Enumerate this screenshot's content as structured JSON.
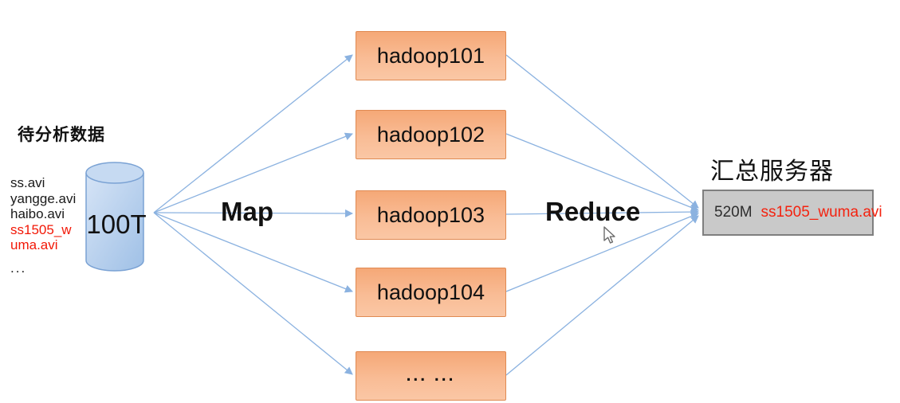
{
  "source": {
    "heading": "待分析数据",
    "files": [
      {
        "name": "ss.avi",
        "highlight": false
      },
      {
        "name": "yangge.avi",
        "highlight": false
      },
      {
        "name": "haibo.avi",
        "highlight": false
      },
      {
        "name": "ss1505_w",
        "highlight": true
      },
      {
        "name": "uma.avi",
        "highlight": true
      },
      {
        "name": "...",
        "highlight": false
      }
    ],
    "cylinder_label": "100T"
  },
  "map_label": "Map",
  "reduce_label": "Reduce",
  "workers": [
    {
      "label": "hadoop101"
    },
    {
      "label": "hadoop102"
    },
    {
      "label": "hadoop103"
    },
    {
      "label": "hadoop104"
    },
    {
      "label": "... ..."
    }
  ],
  "output": {
    "heading": "汇总服务器",
    "size": "520M",
    "file": "ss1505_wuma.avi"
  },
  "colors": {
    "node_fill_top": "#f5a877",
    "node_fill_bottom": "#fac7a5",
    "node_border": "#e08a52",
    "cylinder_fill_light": "#d3e2f5",
    "cylinder_fill_dark": "#a3c3e8",
    "cylinder_border": "#7aa2d4",
    "arrow": "#8bb2e0",
    "output_fill": "#c9c9c9",
    "output_border": "#7f7f7f",
    "highlight_red": "#f21807"
  }
}
